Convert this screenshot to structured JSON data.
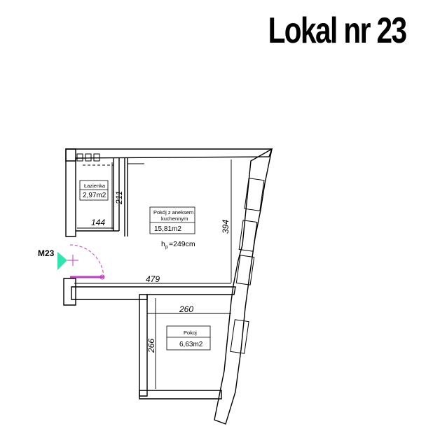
{
  "title": "Lokal nr 23",
  "unit_label": "M23",
  "rooms": [
    {
      "name": "Łazienka",
      "area": "2,97m2"
    },
    {
      "name_line1": "Pokój z aneksem",
      "name_line2": "kuchennym",
      "area": "15,81m2"
    },
    {
      "name": "Pokoj",
      "area": "6,63m2"
    }
  ],
  "height": {
    "symbol": "h",
    "subscript": "p",
    "value": "=249cm"
  },
  "dimensions": [
    "211",
    "144",
    "394",
    "479",
    "260",
    "266"
  ],
  "colors": {
    "wall": "#000000",
    "door": "#c03cc0",
    "entrance_arrow": "#2ee6b0"
  }
}
